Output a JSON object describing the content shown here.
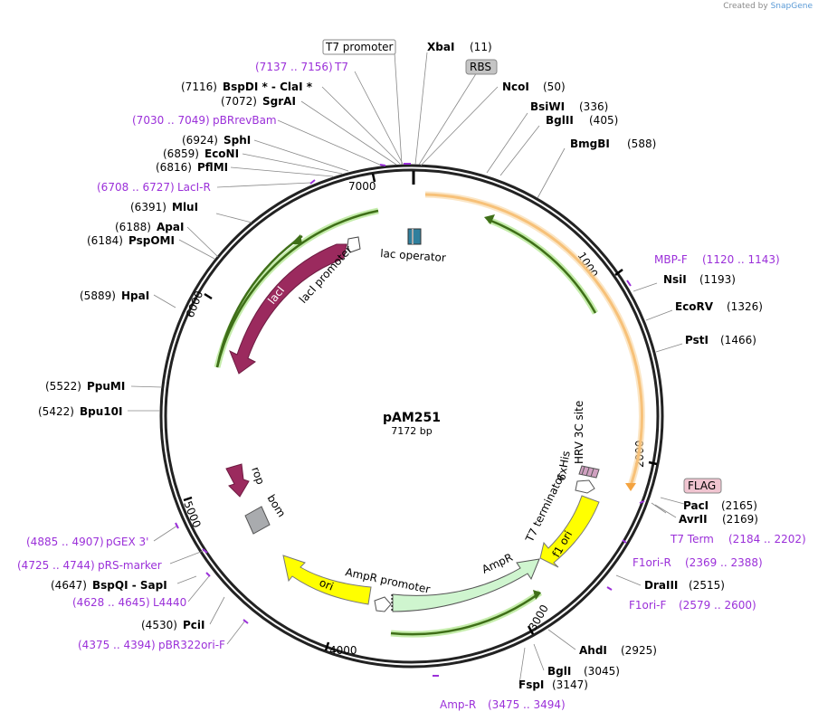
{
  "credit": {
    "prefix": "Created by",
    "brand": "SnapGene"
  },
  "plasmid": {
    "name": "pAM251",
    "size": "7172 bp"
  },
  "ticks": [
    "1000",
    "2000",
    "3000",
    "4000",
    "5000",
    "6000",
    "7000"
  ],
  "features": {
    "lacI": "lacI",
    "lacI_promoter": "lacI promoter",
    "lac_operator": "lac operator",
    "hrv3c": "HRV 3C site",
    "his": "6xHis",
    "t7_terminator": "T7 terminator",
    "f1_ori": "f1 ori",
    "ampr": "AmpR",
    "ampr_promoter": "AmpR promoter",
    "ori": "ori",
    "rop": "rop",
    "bom": "bom"
  },
  "labels": {
    "t7_promoter": "T7 promoter",
    "rbs": "RBS",
    "flag": "FLAG",
    "xbai": {
      "name": "XbaI",
      "pos": "(11)"
    },
    "ncoi": {
      "name": "NcoI",
      "pos": "(50)"
    },
    "bsiwi": {
      "name": "BsiWI",
      "pos": "(336)"
    },
    "bglii": {
      "name": "BglII",
      "pos": "(405)"
    },
    "bmgbi": {
      "name": "BmgBI",
      "pos": "(588)"
    },
    "mbpf": {
      "range": "(1120 .. 1143)",
      "name": "MBP-F"
    },
    "nsii": {
      "name": "NsiI",
      "pos": "(1193)"
    },
    "ecorv": {
      "name": "EcoRV",
      "pos": "(1326)"
    },
    "psti": {
      "name": "PstI",
      "pos": "(1466)"
    },
    "paci": {
      "name": "PacI",
      "pos": "(2165)"
    },
    "avrii": {
      "name": "AvrII",
      "pos": "(2169)"
    },
    "t7term": {
      "name": "T7 Term",
      "range": "(2184 .. 2202)"
    },
    "f1orir": {
      "name": "F1ori-R",
      "range": "(2369 .. 2388)"
    },
    "draiii": {
      "name": "DraIII",
      "pos": "(2515)"
    },
    "f1orif": {
      "name": "F1ori-F",
      "range": "(2579 .. 2600)"
    },
    "ahdi": {
      "name": "AhdI",
      "pos": "(2925)"
    },
    "bgli": {
      "name": "BglI",
      "pos": "(3045)"
    },
    "fspi": {
      "name": "FspI",
      "pos": "(3147)"
    },
    "ampr_primer": {
      "name": "Amp-R",
      "range": "(3475 .. 3494)"
    },
    "t7": {
      "range": "(7137 .. 7156)",
      "name": "T7"
    },
    "bspdi": {
      "pos": "(7116)",
      "name": "BspDI *  -  ClaI *"
    },
    "sgrai": {
      "pos": "(7072)",
      "name": "SgrAI"
    },
    "pbrrevbam": {
      "range": "(7030 .. 7049)",
      "name": "pBRrevBam"
    },
    "sphi": {
      "pos": "(6924)",
      "name": "SphI"
    },
    "econi": {
      "pos": "(6859)",
      "name": "EcoNI"
    },
    "pflmi": {
      "pos": "(6816)",
      "name": "PflMI"
    },
    "laci_r": {
      "range": "(6708 .. 6727)",
      "name": "LacI-R"
    },
    "mlui": {
      "pos": "(6391)",
      "name": "MluI"
    },
    "apai": {
      "pos": "(6188)",
      "name": "ApaI"
    },
    "pspomi": {
      "pos": "(6184)",
      "name": "PspOMI"
    },
    "hpai": {
      "pos": "(5889)",
      "name": "HpaI"
    },
    "ppumi": {
      "pos": "(5522)",
      "name": "PpuMI"
    },
    "bpu10i": {
      "pos": "(5422)",
      "name": "Bpu10I"
    },
    "pgex3": {
      "range": "(4885 .. 4907)",
      "name": "pGEX 3'"
    },
    "prsmarker": {
      "range": "(4725 .. 4744)",
      "name": "pRS-marker"
    },
    "bspqi": {
      "pos": "(4647)",
      "name": "BspQI  -  SapI"
    },
    "l4440": {
      "range": "(4628 .. 4645)",
      "name": "L4440"
    },
    "pcii": {
      "pos": "(4530)",
      "name": "PciI"
    },
    "pbr322ori": {
      "range": "(4375 .. 4394)",
      "name": "pBR322ori-F"
    }
  }
}
